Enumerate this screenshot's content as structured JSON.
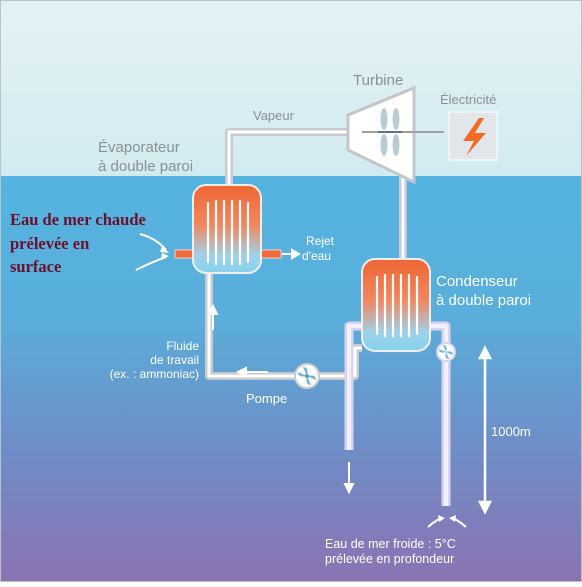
{
  "labels": {
    "turbine": "Turbine",
    "electricite": "Électricité",
    "vapeur": "Vapeur",
    "evaporateur_l1": "Évaporateur",
    "evaporateur_l2": "à double paroi",
    "eau_chaude_l1": "Eau de mer chaude",
    "eau_chaude_l2": "prélevée en",
    "eau_chaude_l3": "surface",
    "rejet_l1": "Rejet",
    "rejet_l2": "d'eau",
    "condenseur_l1": "Condenseur",
    "condenseur_l2": "à double paroi",
    "fluide_l1": "Fluide",
    "fluide_l2": "de travail",
    "fluide_l3": "(ex. : ammoniac)",
    "pompe": "Pompe",
    "profondeur": "1000m",
    "eau_froide_l1": "Eau de mer froide : 5°C",
    "eau_froide_l2": "prélevée en profondeur"
  },
  "colors": {
    "sky": "#ddeef1",
    "surface_water": "#5fb6de",
    "deep_water": "#8577b3",
    "hot": "#ec6a3c",
    "cold": "#8ed3ec",
    "pipe": "#c9cdd2",
    "electric": "#f26b22",
    "title_red": "#6b0f2a"
  }
}
